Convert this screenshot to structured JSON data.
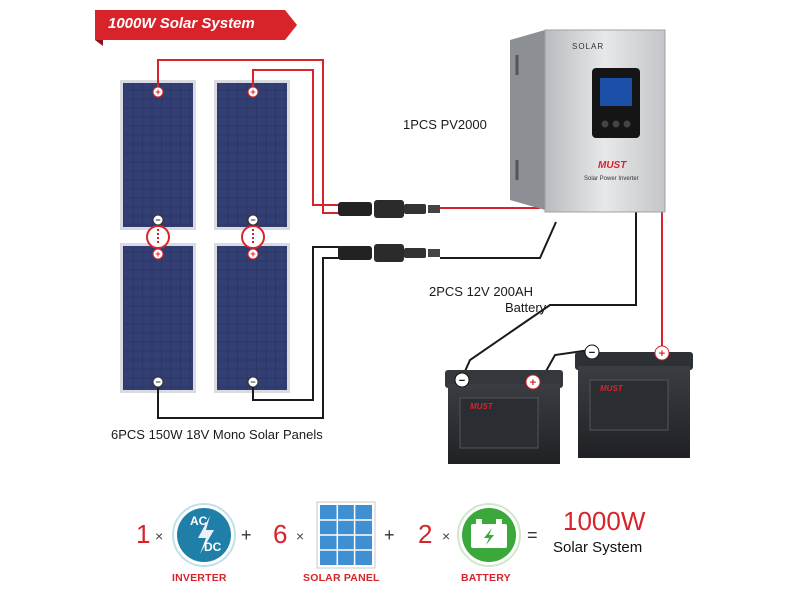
{
  "banner": {
    "title": "1000W Solar System"
  },
  "labels": {
    "inverter_model": "1PCS PV2000",
    "battery_line1": "2PCS 12V 200AH",
    "battery_line2": "Battery",
    "panels": "6PCS 150W 18V Mono Solar Panels"
  },
  "inverter": {
    "brand": "SOLAR",
    "maker": "MUST",
    "caption": "Solar Power Inverter"
  },
  "battery_brand": "MUST",
  "equation": {
    "inverter_count": "1",
    "panel_count": "6",
    "battery_count": "2",
    "times": "×",
    "plus": "+",
    "equals": "=",
    "inverter_caption": "INVERTER",
    "panel_caption": "SOLAR PANEL",
    "battery_caption": "BATTERY",
    "ac_text": "AC",
    "dc_text": "DC",
    "result_value": "1000W",
    "result_label": "Solar System"
  },
  "colors": {
    "red": "#d8232a",
    "teal": "#1f7fa8",
    "green": "#3aa83a",
    "panel": "#27335d"
  }
}
